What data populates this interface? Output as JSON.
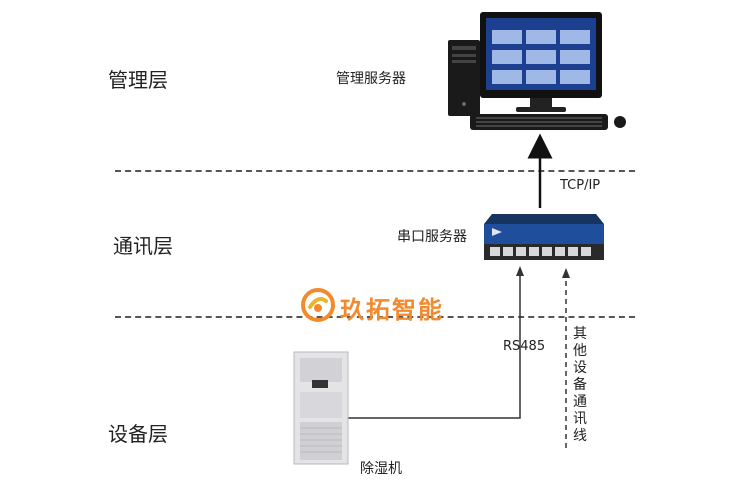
{
  "layers": {
    "management": "管理层",
    "communication": "通讯层",
    "device": "设备层"
  },
  "nodes": {
    "management_server": "管理服务器",
    "serial_server": "串口服务器",
    "dehumidifier": "除湿机"
  },
  "links": {
    "tcpip": "TCP/IP",
    "rs485": "RS485",
    "other_lines": "其他设备通讯线"
  },
  "brand": {
    "text": "玖拓智能"
  },
  "colors": {
    "brand": "#f28b2e",
    "switch_blue": "#1f4f9c",
    "dashed_line": "#555555"
  }
}
